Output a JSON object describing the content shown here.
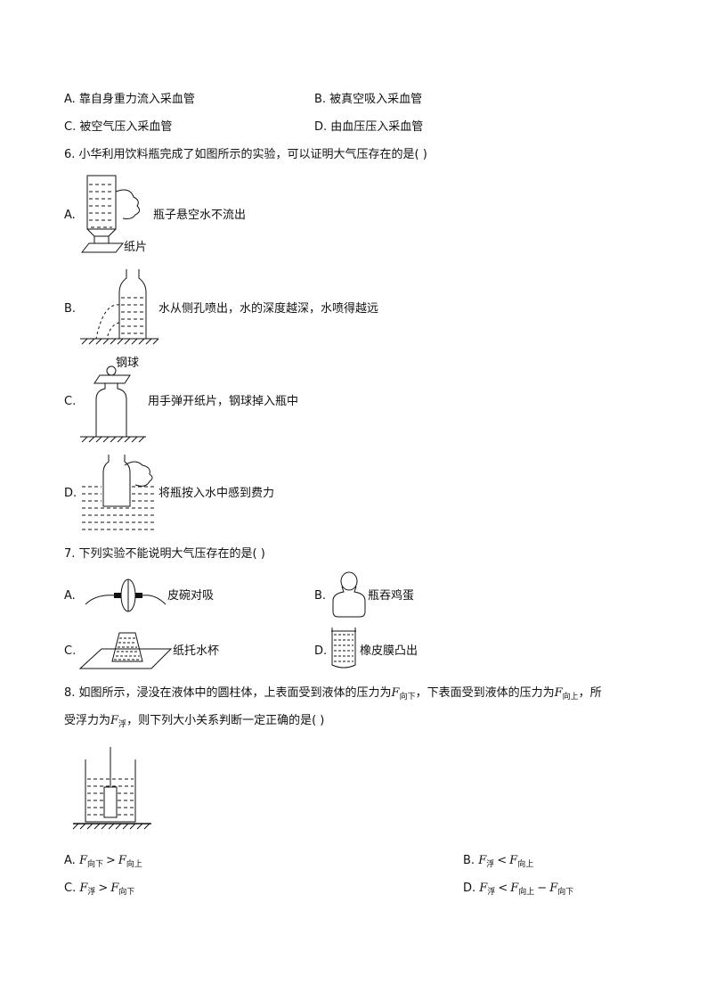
{
  "q5_options": {
    "a": "A. 靠自身重力流入采血管",
    "b": "B. 被真空吸入采血管",
    "c": "C. 被空气压入采血管",
    "d": "D. 由血压压入采血管"
  },
  "q6": {
    "stem": "6. 小华利用饮料瓶完成了如图所示的实验，可以证明大气压存在的是(   )",
    "options": [
      {
        "letter": "A.",
        "caption": "瓶子悬空水不流出",
        "extra": "纸片"
      },
      {
        "letter": "B.",
        "caption": "水从侧孔喷出，水的深度越深，水喷得越远"
      },
      {
        "letter": "C.",
        "caption": "用手弹开纸片，钢球掉入瓶中",
        "extra": "钢球"
      },
      {
        "letter": "D.",
        "caption": "将瓶按入水中感到费力"
      }
    ]
  },
  "q7": {
    "stem": "7. 下列实验不能说明大气压存在的是(   )",
    "options": [
      {
        "letter": "A.",
        "caption": "皮碗对吸"
      },
      {
        "letter": "B.",
        "caption": "瓶吞鸡蛋"
      },
      {
        "letter": "C.",
        "caption": "纸托水杯"
      },
      {
        "letter": "D.",
        "caption": "橡皮膜凸出"
      }
    ]
  },
  "q8": {
    "stem_line1_a": "8. 如图所示，浸没在液体中的圆柱体，上表面受到液体的压力为",
    "stem_line1_b": "，下表面受到液体的压力为",
    "stem_line1_c": "，所",
    "stem_line2_a": "受浮力为",
    "stem_line2_b": "，则下列大小关系判断一定正确的是(   )",
    "F": "F",
    "down": "向下",
    "up": "向上",
    "buoy": "浮",
    "gt": ">",
    "lt": "<",
    "minus": "−",
    "opt_a": "A.",
    "opt_b": "B.",
    "opt_c": "C.",
    "opt_d": "D."
  }
}
